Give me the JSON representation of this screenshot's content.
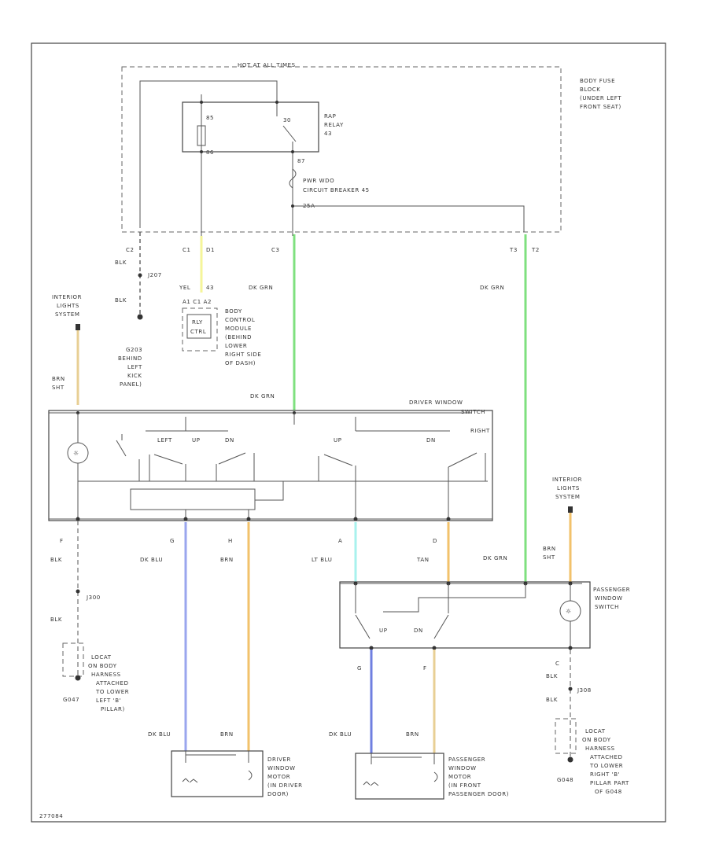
{
  "page": {
    "diagram_code": "277084"
  },
  "fuse_block": {
    "hot_label": "HOT AT ALL TIMES",
    "location_lines": [
      "BODY FUSE",
      "BLOCK",
      "(UNDER LEFT",
      "FRONT SEAT)"
    ],
    "relay_lines": [
      "RAP",
      "RELAY",
      "43"
    ],
    "relay_pins": {
      "p85": "85",
      "p30": "30",
      "p86": "86",
      "p87": "87"
    },
    "breaker_lines": [
      "PWR WDO",
      "CIRCUIT BREAKER 45"
    ],
    "breaker_amps": "25A",
    "pins": {
      "c2": "C2",
      "c1": "C1",
      "d1": "D1",
      "c3": "C3",
      "t2": "T2",
      "t3": "T3"
    }
  },
  "ground_g203": {
    "wire1": "BLK",
    "splice": "J207",
    "wire2": "BLK",
    "location_lines": [
      "G203",
      "BEHIND",
      "LEFT",
      "KICK",
      "PANEL)"
    ]
  },
  "bcm": {
    "wire_color": "YEL",
    "pin_a": "43",
    "pin_b": "A1 C1 A2",
    "box_lines": [
      "RLY",
      "CTRL"
    ],
    "location_lines": [
      "BODY",
      "CONTROL",
      "MODULE",
      "(BEHIND",
      "LOWER",
      "RIGHT SIDE",
      "OF DASH)"
    ]
  },
  "interior_lights_left": {
    "label_lines": [
      "INTERIOR",
      "LIGHTS",
      "SYSTEM"
    ],
    "wire_lines": [
      "BRN",
      "SHT"
    ]
  },
  "wire_labels": {
    "dk_grn_top_left": "DK GRN",
    "dk_grn_top_right": "DK GRN",
    "dk_grn_lower_left": "DK GRN",
    "dk_grn_lower_right": "DK GRN"
  },
  "driver_switch": {
    "title_lines": [
      "DRIVER WINDOW",
      "SWITCH"
    ],
    "labels": {
      "left": "LEFT",
      "up_l": "UP",
      "dn_l": "DN",
      "up_r": "UP",
      "dn_r": "DN",
      "right": "RIGHT"
    },
    "pins": {
      "f": "F",
      "g": "G",
      "h": "H",
      "a": "A",
      "d": "D"
    }
  },
  "driver_wires": {
    "blk": "BLK",
    "splice": "J300",
    "blk2": "BLK",
    "dk_blu": "DK BLU",
    "brn": "BRN",
    "lt_blu": "LT BLU",
    "tan": "TAN",
    "ground_lines": [
      "LOCAT",
      "ON BODY",
      "HARNESS",
      "ATTACHED",
      "TO LOWER",
      "LEFT 'B'",
      "PILLAR)"
    ],
    "ground_id": "G047"
  },
  "interior_lights_right": {
    "label_lines": [
      "INTERIOR",
      "LIGHTS",
      "SYSTEM"
    ],
    "wire_lines": [
      "BRN",
      "SHT"
    ]
  },
  "passenger_switch": {
    "title_lines": [
      "PASSENGER",
      "WINDOW",
      "SWITCH"
    ],
    "labels": {
      "up": "UP",
      "dn": "DN"
    },
    "pins": {
      "c": "C",
      "g": "G",
      "f": "F"
    },
    "blk": "BLK",
    "splice": "J308",
    "blk2": "BLK",
    "ground_lines": [
      "LOCAT",
      "ON BODY",
      "HARNESS",
      "ATTACHED",
      "TO LOWER",
      "RIGHT 'B'",
      "PILLAR PART",
      "OF G048"
    ],
    "ground_id": "G048"
  },
  "motors": {
    "driver": {
      "wire_a": "DK BLU",
      "wire_b": "BRN",
      "lines": [
        "DRIVER",
        "WINDOW",
        "MOTOR",
        "(IN DRIVER",
        "DOOR)"
      ]
    },
    "passenger": {
      "wire_a": "DK BLU",
      "wire_b": "BRN",
      "lines": [
        "PASSENGER",
        "WINDOW",
        "MOTOR",
        "(IN FRONT",
        "PASSENGER DOOR)"
      ]
    }
  },
  "colors": {
    "yellow": "#f5f59a",
    "green": "#7fe07f",
    "tan": "#e8cf94",
    "orange": "#f2c26b",
    "blue": "#9aa6ee",
    "dkblue": "#6f7fe0",
    "cyan": "#a8f2ee"
  }
}
